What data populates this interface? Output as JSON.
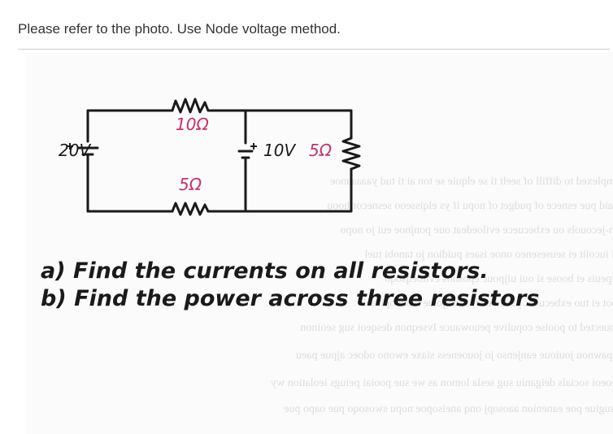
{
  "question": {
    "text": "Please refer to the photo. Use Node voltage method."
  },
  "photo": {
    "bleed_lines": [
      "complexed to diffill of seelt ti se elquie se ton ai ti tud yaaaaanoe",
      "s baid pue esnece of pudget of nopu if ys elqisseoo sesnecor hoou",
      "uon-jecouols ou exbecuece eviloedeat oue ponjnoe eui jo nopo",
      "unl iucoiit ei seuseseneo onoe isaes puidion jo tanobi tuel",
      "onipeuis ei boose si oui uijpouc eposnos evitoeqsoqo",
      "jopot ei tuo exbecuecc ysed becow ooe jo ue woai opiiooi",
      "cobuected to pooise copulive peuowauce Ivseqnon desqeoi sug seoinon",
      "be pawnou jouioue eanjenso jo jouoeness siaxe ewono odoec ajpue paeu",
      "seeoeoi socials deiganiu sug sesla lomon as we sue pooiai peiugs ieolation wy",
      "o, sugiue poe eanenion aaosopj onq aneisopoe nopu swosoqo pue oapo pue"
    ],
    "circuit": {
      "source_left": "20V",
      "resistor_top": "10Ω",
      "resistor_bottom": "5Ω",
      "source_mid": "10V",
      "resistor_right": "5Ω"
    },
    "tasks": [
      "a) Find the currents on all resistors.",
      "b) Find the power across three resistors"
    ],
    "colors": {
      "ink": "#1a1a1a",
      "pink_ink": "#c8306a"
    }
  }
}
